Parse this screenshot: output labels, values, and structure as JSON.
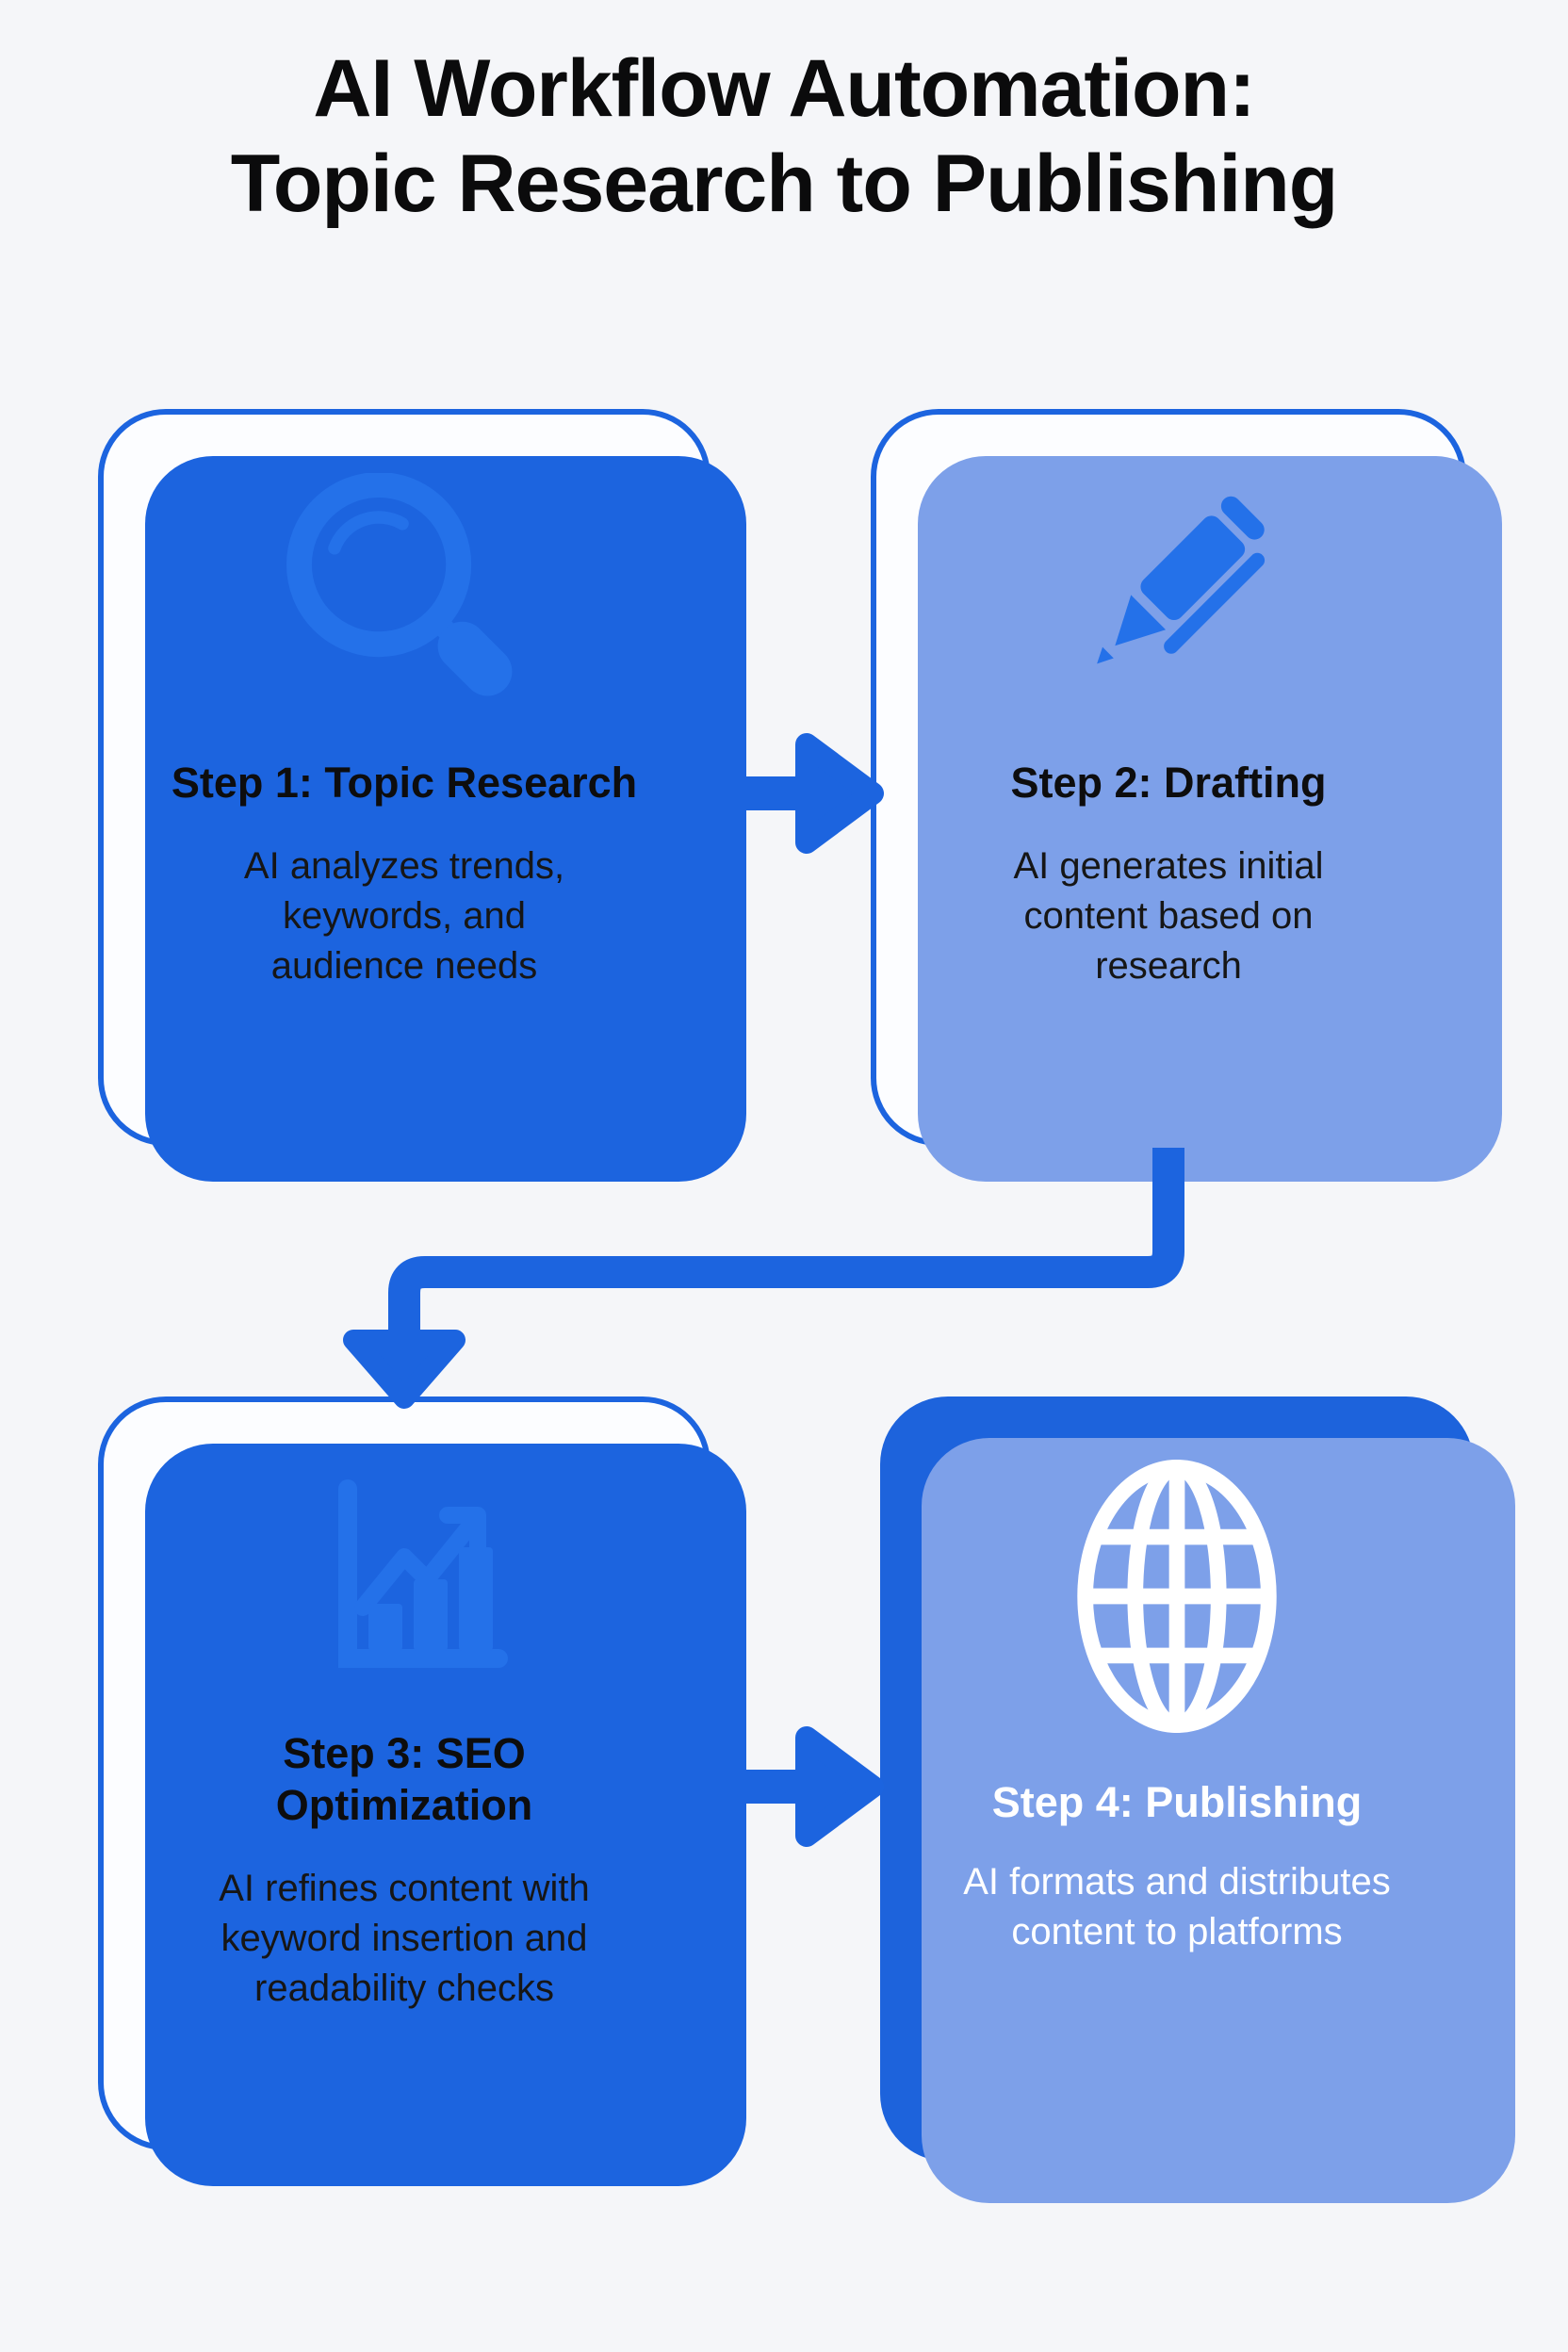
{
  "title": {
    "line1": "AI Workflow Automation:",
    "line2": "Topic Research to Publishing"
  },
  "steps": [
    {
      "heading": "Step 1: Topic Research",
      "body": "AI analyzes trends, keywords, and audience needs",
      "icon": "magnifier-icon"
    },
    {
      "heading": "Step 2: Drafting",
      "body": "AI generates initial content based on research",
      "icon": "pen-icon"
    },
    {
      "heading": "Step 3: SEO Optimization",
      "body": "AI refines content with keyword insertion and readability checks",
      "icon": "bar-chart-icon"
    },
    {
      "heading": "Step 4: Publishing",
      "body": "AI formats and distributes content to platforms",
      "icon": "globe-icon"
    }
  ],
  "colors": {
    "accent": "#1C64DF",
    "icon_blue": "#2471E9",
    "shadow_light": "#7DA0E9",
    "background": "#F5F6F9",
    "card_background": "#FCFDFF",
    "publishing_card_background": "#1D63DC",
    "heading_text": "#0D0D0E",
    "body_text": "#161616",
    "publishing_text": "#FFFFFF"
  }
}
